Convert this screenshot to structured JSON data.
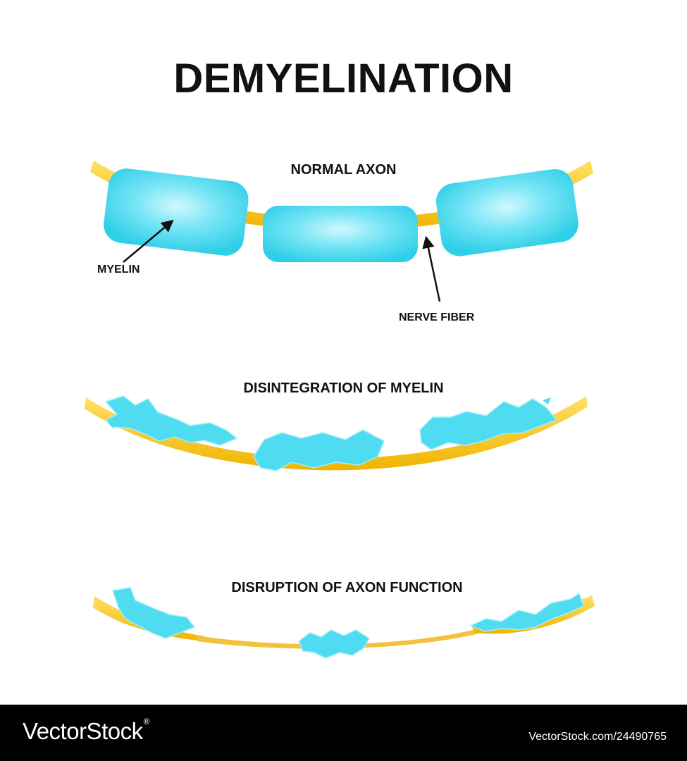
{
  "title": "DEMYELINATION",
  "stages": {
    "normal": "NORMAL AXON",
    "disintegration": "DISINTEGRATION OF MYELIN",
    "disruption": "DISRUPTION OF AXON FUNCTION"
  },
  "labels": {
    "myelin": "MYELIN",
    "nerve_fiber": "NERVE FIBER"
  },
  "footer": {
    "brand": "VectorStock",
    "registered": "®",
    "image_id": "VectorStock.com/24490765"
  },
  "colors": {
    "myelin": "#3fd8ee",
    "myelin_highlight": "#c4f6fd",
    "nerve_fiber": "#f6c21c",
    "footer": "#000000"
  }
}
